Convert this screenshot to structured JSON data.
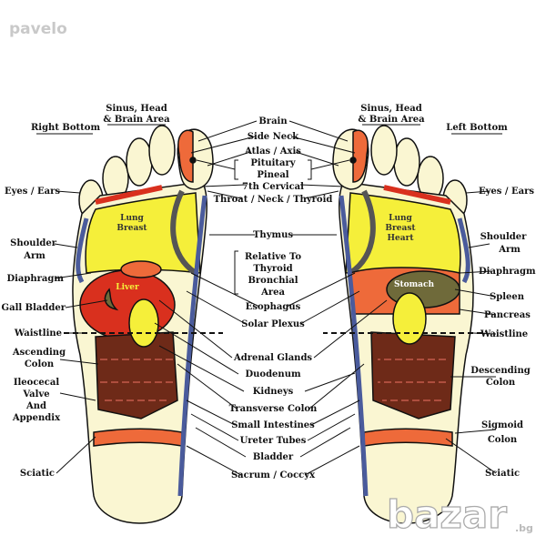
{
  "watermarks": {
    "top": "pavelo",
    "bottom": "bazar",
    "bottom_suffix": ".bg"
  },
  "left_foot": {
    "title": "Right Bottom",
    "sinus": [
      "Sinus, Head",
      "& Brain Area"
    ],
    "labels": {
      "eyes_ears": "Eyes / Ears",
      "shoulder": [
        "Shoulder",
        "Arm"
      ],
      "diaphragm": "Diaphragm",
      "gall_bladder": "Gall Bladder",
      "waistline": "Waistline",
      "ascending_colon": [
        "Ascending",
        "Colon"
      ],
      "ileocecal": [
        "Ileocecal",
        "Valve",
        "And",
        "Appendix"
      ],
      "sciatic": "Sciatic"
    },
    "zones": {
      "lung": [
        "Lung",
        "Breast"
      ],
      "liver": "Liver"
    }
  },
  "right_foot": {
    "title": "Left Bottom",
    "sinus": [
      "Sinus, Head",
      "& Brain Area"
    ],
    "labels": {
      "eyes_ears": "Eyes / Ears",
      "shoulder": [
        "Shoulder",
        "Arm"
      ],
      "diaphragm": "Diaphragm",
      "spleen": "Spleen",
      "pancreas": "Pancreas",
      "waistline": "Waistline",
      "descending_colon": [
        "Descending",
        "Colon"
      ],
      "sigmoid_colon": [
        "Sigmoid",
        "Colon"
      ],
      "sciatic": "Sciatic"
    },
    "zones": {
      "lung": [
        "Lung",
        "Breast",
        "Heart"
      ],
      "stomach": "Stomach"
    }
  },
  "center_labels": {
    "brain": "Brain",
    "side_neck": "Side Neck",
    "atlas": "Atlas / Axis",
    "pituitary": "Pituitary",
    "pineal": "Pineal",
    "cervical": "7th Cervical",
    "throat": "Throat / Neck / Thyroid",
    "thymus": "Thymus",
    "relative": [
      "Relative To",
      "Thyroid",
      "Bronchial",
      "Area"
    ],
    "esophagus": "Esophagus",
    "solar_plexus": "Solar Plexus",
    "adrenal": "Adrenal Glands",
    "duodenum": "Duodenum",
    "kidneys": "Kidneys",
    "transverse_colon": "Transverse Colon",
    "small_intestines": "Small Intestines",
    "ureter": "Ureter Tubes",
    "bladder": "Bladder",
    "sacrum": "Sacrum / Coccyx"
  },
  "colors": {
    "skin": "#faf6d2",
    "yellow": "#f5ef3a",
    "red": "#d9301e",
    "orange": "#ee6a3a",
    "brown": "#6e2a18",
    "blue": "#4a5b9c",
    "green": "#6f6a3a"
  }
}
